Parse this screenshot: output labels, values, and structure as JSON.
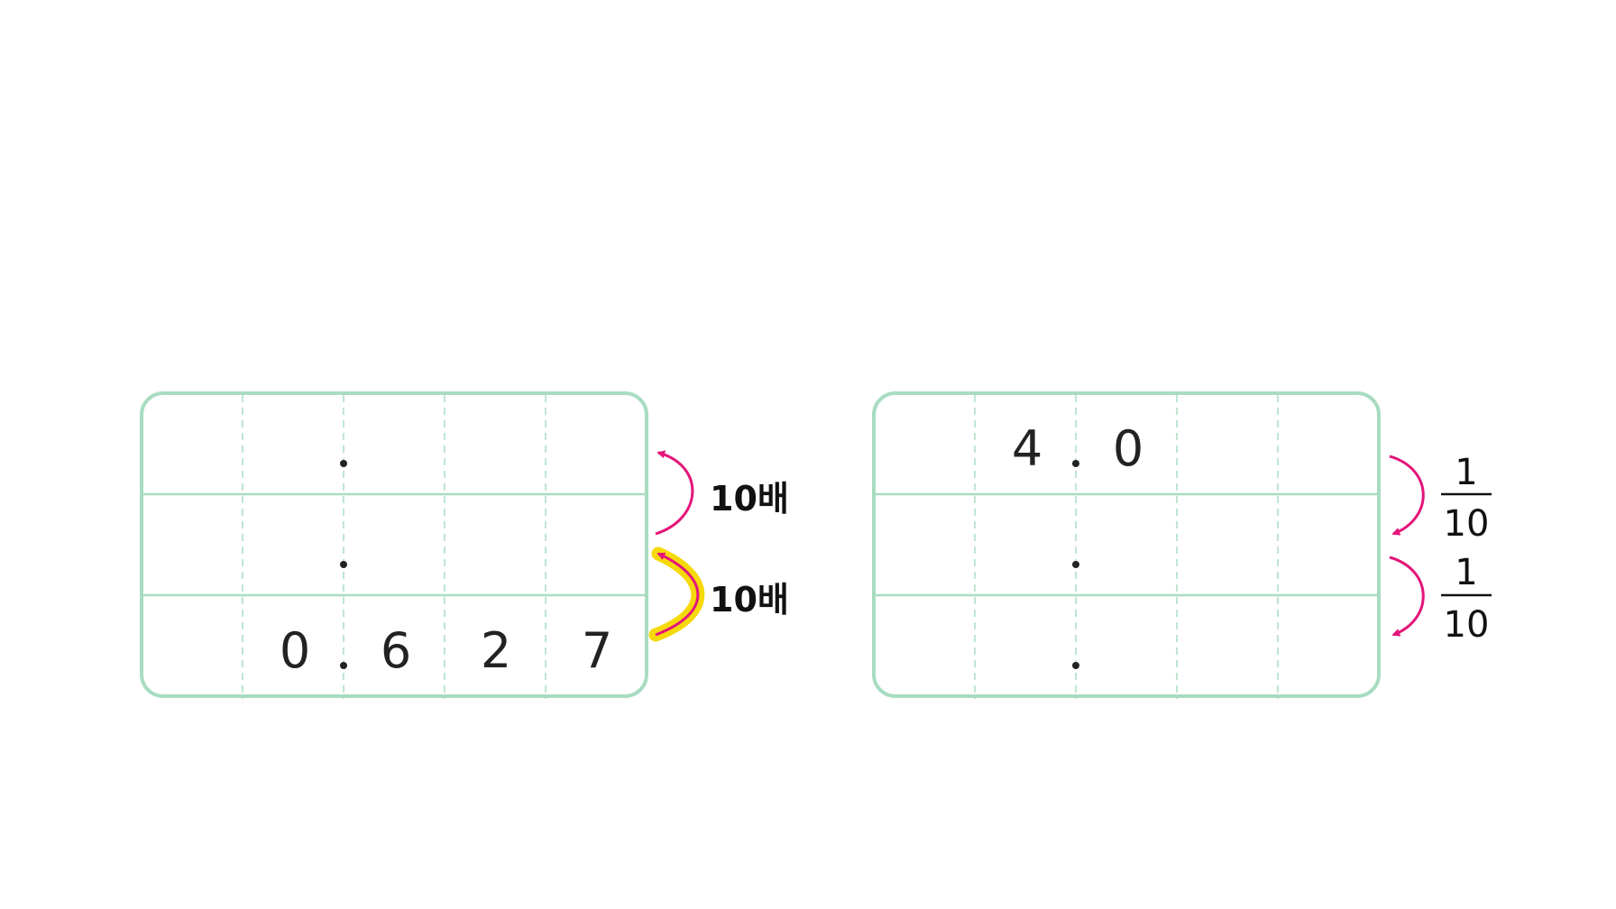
{
  "colors": {
    "grid": "#a8dcc0",
    "grid_dashed": "#bfe5d0",
    "arrow": "#e4157a",
    "highlight": "#f5d90a",
    "text": "#222222"
  },
  "left_panel": {
    "rows": [
      [
        "",
        "",
        "",
        "",
        ""
      ],
      [
        "",
        "",
        "",
        "",
        ""
      ],
      [
        "",
        "0",
        "6",
        "2",
        "7"
      ]
    ],
    "arrows": [
      {
        "label": "10배",
        "direction": "up",
        "highlighted": false
      },
      {
        "label": "10배",
        "direction": "up",
        "highlighted": true
      }
    ]
  },
  "right_panel": {
    "rows": [
      [
        "",
        "4",
        "0",
        "",
        ""
      ],
      [
        "",
        "",
        "",
        "",
        ""
      ],
      [
        "",
        "",
        "",
        "",
        ""
      ]
    ],
    "arrows": [
      {
        "numerator": "1",
        "denominator": "10",
        "direction": "down"
      },
      {
        "numerator": "1",
        "denominator": "10",
        "direction": "down"
      }
    ]
  }
}
